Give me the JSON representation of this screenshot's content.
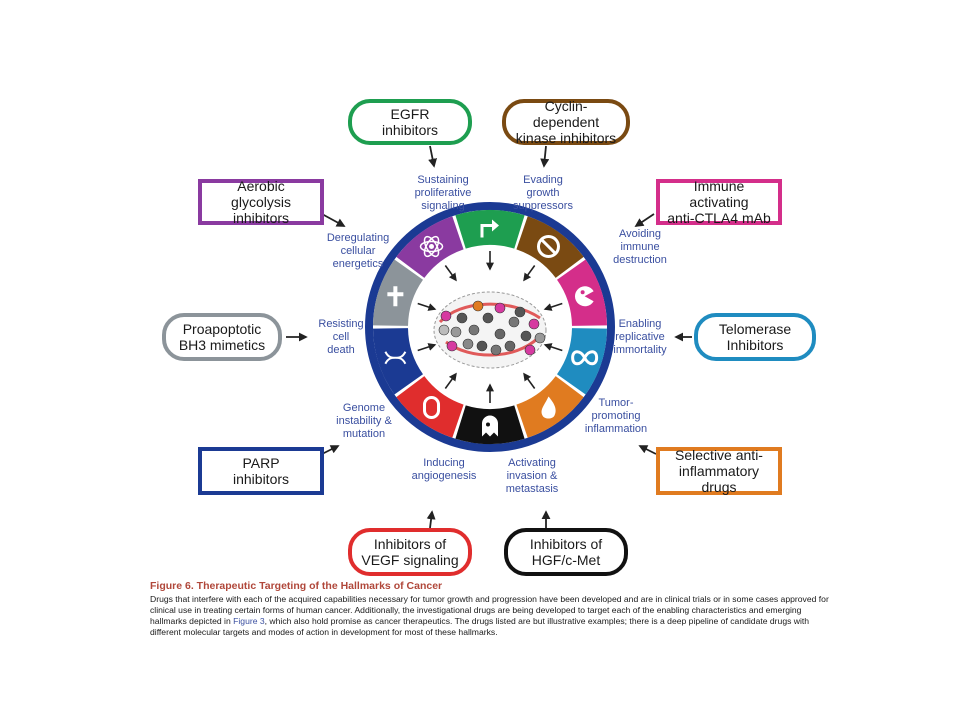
{
  "drugs": {
    "egfr": {
      "label": "EGFR\ninhibitors",
      "color": "#1e9e50"
    },
    "cdk": {
      "label": "Cyclin-dependent\nkinase inhibitors",
      "color": "#7a4a12"
    },
    "aerobic": {
      "label": "Aerobic glycolysis\ninhibitors",
      "color": "#8a3aa0"
    },
    "immune": {
      "label": "Immune activating\nanti-CTLA4 mAb",
      "color": "#d42e8a"
    },
    "bh3": {
      "label": "Proapoptotic\nBH3 mimetics",
      "color": "#8c949a"
    },
    "telomerase": {
      "label": "Telomerase\nInhibitors",
      "color": "#1f8cc0"
    },
    "parp": {
      "label": "PARP\ninhibitors",
      "color": "#1b3a93"
    },
    "selective": {
      "label": "Selective anti-\ninflammatory drugs",
      "color": "#e07b20"
    },
    "vegf": {
      "label": "Inhibitors of\nVEGF signaling",
      "color": "#e02d2d"
    },
    "hgf": {
      "label": "Inhibitors of\nHGF/c-Met",
      "color": "#111111"
    }
  },
  "hallmarks": {
    "proliferative": "Sustaining\nproliferative\nsignaling",
    "growth": "Evading\ngrowth\nsuppressors",
    "immune": "Avoiding\nimmune\ndestruction",
    "replicative": "Enabling\nreplicative\nimmortality",
    "inflammation": "Tumor-\npromoting\ninflammation",
    "invasion": "Activating\ninvasion &\nmetastasis",
    "angiogenesis": "Inducing\nangiogenesis",
    "genome": "Genome\ninstability &\nmutation",
    "death": "Resisting\ncell\ndeath",
    "energetics": "Deregulating\ncellular\nenergetics"
  },
  "wheel_colors": [
    "#1e9e50",
    "#7a4a12",
    "#d42e8a",
    "#1f8cc0",
    "#e07b20",
    "#111111",
    "#e02d2d",
    "#1b3a93",
    "#8c949a",
    "#8a3aa0"
  ],
  "wheel_icons": [
    "arrow-up-right-icon",
    "no-entry-icon",
    "pacman-icon",
    "infinity-icon",
    "flame-icon",
    "ghost-cell-icon",
    "vessel-icon",
    "dna-icon",
    "cross-icon",
    "atom-icon"
  ],
  "caption": {
    "title": "Figure 6. Therapeutic Targeting of the Hallmarks of Cancer",
    "body_start": "Drugs that interfere with each of the acquired capabilities necessary for tumor growth and progression have been developed and are in clinical trials or in some cases approved for clinical use in treating certain forms of human cancer. Additionally, the investigational drugs are being developed to target each of the enabling characteristics and emerging hallmarks depicted in ",
    "body_ref": "Figure 3",
    "body_end": ", which also hold promise as cancer therapeutics. The drugs listed are but illustrative examples; there is a deep pipeline of candidate drugs with different molecular targets and modes of action in development for most of these hallmarks."
  }
}
